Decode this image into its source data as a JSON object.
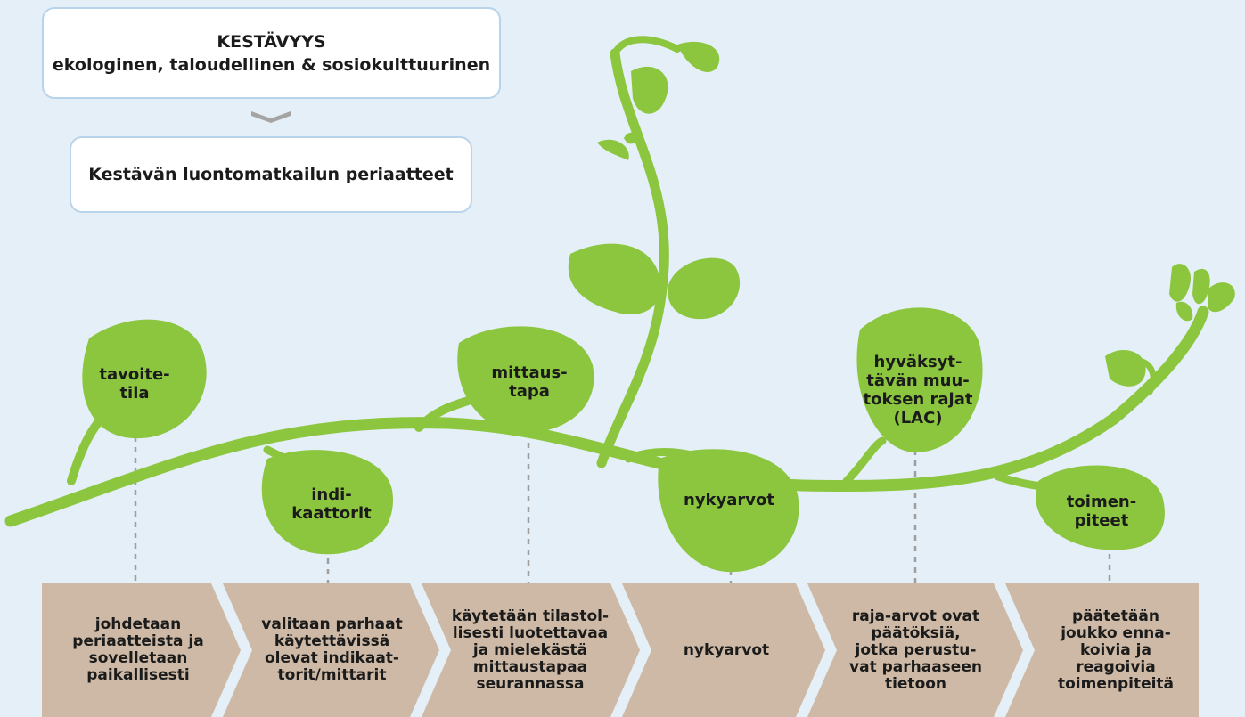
{
  "colors": {
    "background": "#e4eff8",
    "box_border": "#b9d3ea",
    "plant_green": "#8cc63f",
    "step_fill": "#cdb9a5",
    "chevron": "#a4a4a4",
    "dashed": "#9e9e9e"
  },
  "header": {
    "title": "KESTÄVYYS",
    "subtitle": "ekologinen, taloudellinen & sosiokulttuurinen"
  },
  "principles": {
    "label": "Kestävän luontomatkailun periaatteet"
  },
  "leaves": [
    "tavoite-\ntila",
    "indi-\nkaattorit",
    "mittaus-\ntapa",
    "nykyarvot",
    "hyväksyt-\ntävän muu-\ntoksen rajat\n(LAC)",
    "toimen-\npiteet"
  ],
  "steps": [
    "johdetaan\nperiaatteista ja\nsovelletaan\npaikallisesti",
    "valitaan parhaat\nkäytettävissä\nolevat indikaat-\ntorit/mittarit",
    "käytetään tilastol-\nlisesti luotettavaa\nja mielekästä\nmittaustapaa\nseurannassa",
    "nykyarvot",
    "raja-arvot ovat\npäätöksiä,\njotka perustu-\nvat parhaaseen\ntietoon",
    "päätetään\njoukko enna-\nkoivia ja\nreagoivia\ntoimenpiteitä"
  ]
}
